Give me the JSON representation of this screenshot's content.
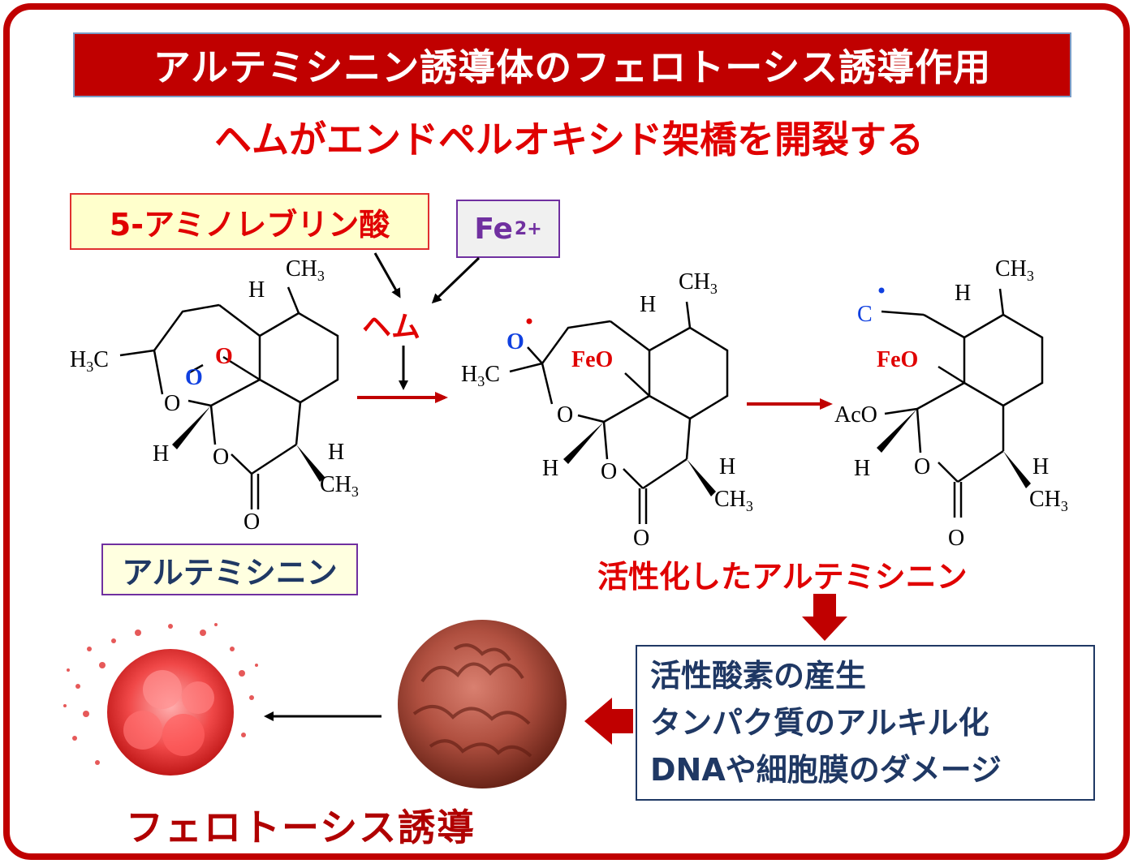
{
  "title": "アルテミシニン誘導体のフェロトーシス誘導作用",
  "subtitle": "ヘムがエンドペルオキシド架橋を開裂する",
  "inputs": {
    "ala": "5-アミノレブリン酸",
    "fe_base": "Fe",
    "fe_charge": "2+",
    "heme": "ヘム"
  },
  "molecules": {
    "artemisinin_label": "アルテミシニン",
    "activated_label": "活性化したアルテミシニン",
    "atoms": {
      "ch3": "CH",
      "sub3": "3",
      "h3c": "H",
      "c": "C",
      "h": "H",
      "o": "O",
      "feo": "FeO",
      "aco": "AcO"
    }
  },
  "effects": [
    "活性酸素の産生",
    "タンパク質のアルキル化",
    "DNAや細胞膜のダメージ"
  ],
  "result": "フェロトーシス誘導",
  "colors": {
    "frame": "#c00000",
    "accent_red": "#e00000",
    "navy": "#1f3864",
    "purple": "#7030a0",
    "blue_atom": "#1040e0"
  }
}
